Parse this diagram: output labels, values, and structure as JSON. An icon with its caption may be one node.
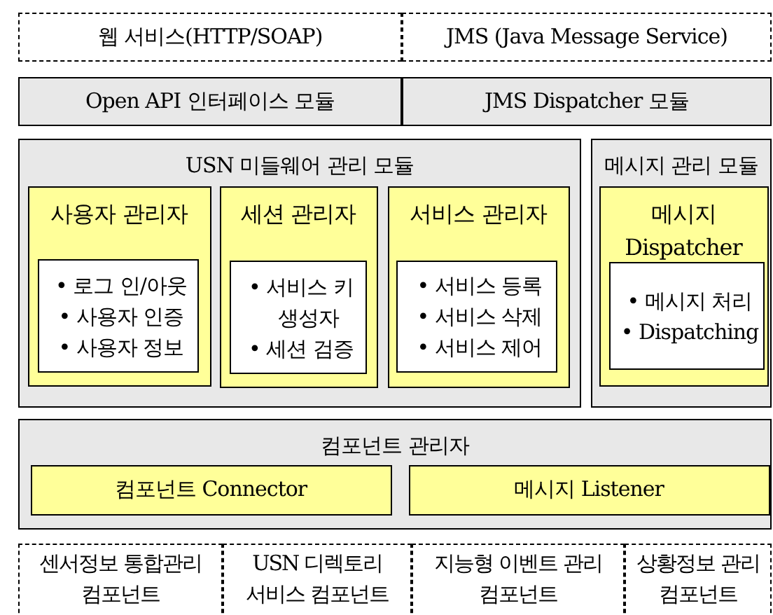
{
  "diagram": {
    "nodes": [
      {
        "text": [
          "웹 서비스(HTTP/SOAP)"
        ]
      },
      {
        "text": [
          "JMS (Java Message Service)"
        ]
      },
      {
        "text": [
          "Open API 인터페이스 모듈"
        ]
      },
      {
        "text": [
          "JMS Dispatcher 모듈"
        ]
      },
      {
        "text": [
          "USN 미들웨어 관리 모듈"
        ]
      },
      {
        "text": [
          "사용자 관리자"
        ],
        "in": 4
      },
      {
        "text": [
          "• 로그 인/아웃",
          "• 사용자 인증",
          "• 사용자 정보"
        ],
        "in": 5
      },
      {
        "text": [
          "세션 관리자"
        ],
        "in": 4
      },
      {
        "text": [
          "• 서비스 키 생성자",
          "• 세션 검증"
        ],
        "in": 7
      },
      {
        "text": [
          "서비스 관리자"
        ],
        "in": 4
      },
      {
        "text": [
          "• 서비스 등록",
          "• 서비스 삭제",
          "• 서비스 제어"
        ],
        "in": 9
      },
      {
        "text": [
          "메시지 관리 모듈"
        ]
      },
      {
        "text": [
          "메시지 Dispatcher"
        ],
        "in": 11
      },
      {
        "text": [
          "• 메시지 처리",
          "• Dispatching"
        ],
        "in": 12
      },
      {
        "text": [
          "컴포넌트 관리자"
        ]
      },
      {
        "text": [
          "컴포넌트 Connector"
        ],
        "in": 14
      },
      {
        "text": [
          "메시지 Listener"
        ],
        "in": 14
      },
      {
        "text": [
          "센서정보 통합관리 컴포넌트"
        ]
      },
      {
        "text": [
          "USN 디렉토리 서비스 컴포넌트"
        ]
      },
      {
        "text": [
          "지능형 이벤트 관리 컴포넌트"
        ]
      },
      {
        "text": [
          "상황정보 관리 컴포넌트"
        ]
      }
    ]
  }
}
